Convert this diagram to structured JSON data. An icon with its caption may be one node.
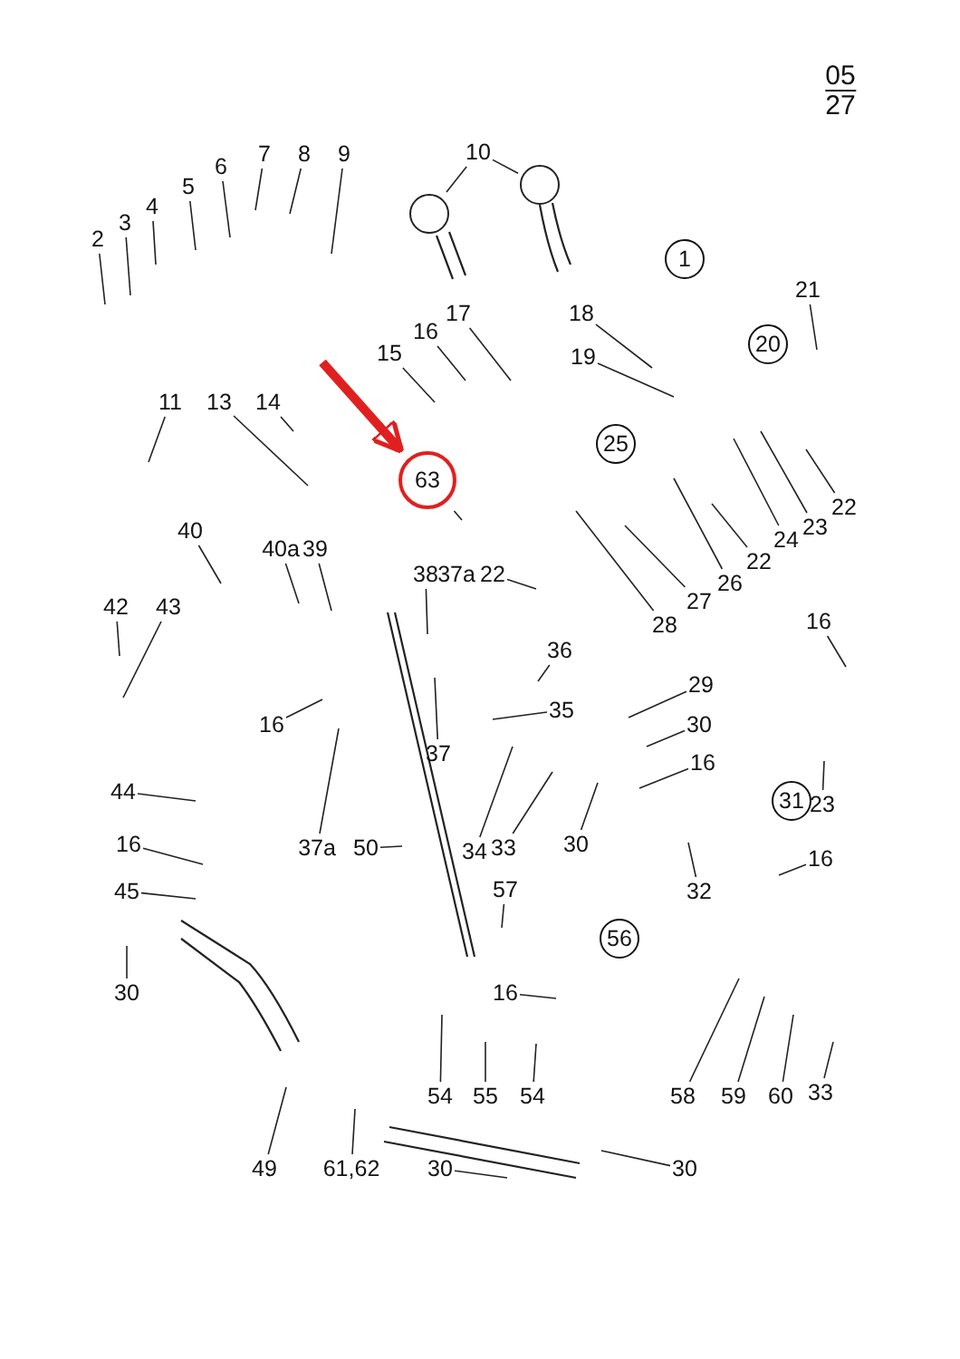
{
  "diagram": {
    "nodes": [
      {
        "text": [
          "2"
        ]
      },
      {
        "text": [
          "3"
        ]
      },
      {
        "text": [
          "4"
        ]
      },
      {
        "text": [
          "5"
        ]
      },
      {
        "text": [
          "6"
        ]
      },
      {
        "text": [
          "7"
        ]
      },
      {
        "text": [
          "8"
        ]
      },
      {
        "text": [
          "9"
        ]
      },
      {
        "text": [
          "10"
        ]
      },
      {
        "text": [
          "1"
        ]
      },
      {
        "text": [
          "11"
        ]
      },
      {
        "text": [
          "13"
        ]
      },
      {
        "text": [
          "14"
        ]
      },
      {
        "text": [
          "15"
        ]
      },
      {
        "text": [
          "16"
        ]
      },
      {
        "text": [
          "17"
        ]
      },
      {
        "text": [
          "18"
        ]
      },
      {
        "text": [
          "19"
        ]
      },
      {
        "text": [
          "20"
        ]
      },
      {
        "text": [
          "21"
        ]
      },
      {
        "text": [
          "25"
        ]
      },
      {
        "text": [
          "63"
        ]
      },
      {
        "text": [
          "22"
        ]
      },
      {
        "text": [
          "23"
        ]
      },
      {
        "text": [
          "24"
        ]
      },
      {
        "text": [
          "22"
        ]
      },
      {
        "text": [
          "26"
        ]
      },
      {
        "text": [
          "27"
        ]
      },
      {
        "text": [
          "28"
        ]
      },
      {
        "text": [
          "40"
        ]
      },
      {
        "text": [
          "40a"
        ]
      },
      {
        "text": [
          "39"
        ]
      },
      {
        "text": [
          "38"
        ]
      },
      {
        "text": [
          "22"
        ]
      },
      {
        "text": [
          "16"
        ]
      },
      {
        "text": [
          "42"
        ]
      },
      {
        "text": [
          "43"
        ]
      },
      {
        "text": [
          "36"
        ]
      },
      {
        "text": [
          "29"
        ]
      },
      {
        "text": [
          "35"
        ]
      },
      {
        "text": [
          "16"
        ]
      },
      {
        "text": [
          "37"
        ]
      },
      {
        "text": [
          "30"
        ]
      },
      {
        "text": [
          "16"
        ]
      },
      {
        "text": [
          "44"
        ]
      },
      {
        "text": [
          "31"
        ]
      },
      {
        "text": [
          "23"
        ]
      },
      {
        "text": [
          "37a"
        ]
      },
      {
        "text": [
          "50"
        ]
      },
      {
        "text": [
          "34"
        ]
      },
      {
        "text": [
          "33"
        ]
      },
      {
        "text": [
          "30"
        ]
      },
      {
        "text": [
          "16"
        ]
      },
      {
        "text": [
          "16"
        ]
      },
      {
        "text": [
          "45"
        ]
      },
      {
        "text": [
          "57"
        ]
      },
      {
        "text": [
          "32"
        ]
      },
      {
        "text": [
          "56"
        ]
      },
      {
        "text": [
          "30"
        ]
      },
      {
        "text": [
          "16"
        ]
      },
      {
        "text": [
          "54"
        ]
      },
      {
        "text": [
          "55"
        ]
      },
      {
        "text": [
          "54"
        ]
      },
      {
        "text": [
          "58"
        ]
      },
      {
        "text": [
          "59"
        ]
      },
      {
        "text": [
          "60"
        ]
      },
      {
        "text": [
          "33"
        ]
      },
      {
        "text": [
          "49"
        ]
      },
      {
        "text": [
          "61,62"
        ]
      },
      {
        "text": [
          "30"
        ]
      },
      {
        "text": [
          "30"
        ]
      },
      {
        "text": [],
        "shape": "circle"
      },
      {
        "text": [],
        "shape": "circle"
      }
    ],
    "edges": [
      {
        "from": 0,
        "to": null,
        "arrow": "none"
      },
      {
        "from": 1,
        "to": null,
        "arrow": "none"
      },
      {
        "from": 2,
        "to": null,
        "arrow": "none"
      },
      {
        "from": 3,
        "to": null,
        "arrow": "none"
      },
      {
        "from": 4,
        "to": null,
        "arrow": "none"
      },
      {
        "from": 5,
        "to": null,
        "arrow": "none"
      },
      {
        "from": 6,
        "to": null,
        "arrow": "none"
      },
      {
        "from": 7,
        "to": null,
        "arrow": "none"
      },
      {
        "from": 8,
        "to": 71,
        "arrow": "none"
      },
      {
        "from": 8,
        "to": 72,
        "arrow": "none"
      },
      {
        "from": 10,
        "to": null,
        "arrow": "none"
      },
      {
        "from": 11,
        "to": null,
        "arrow": "none"
      },
      {
        "from": 12,
        "to": null,
        "arrow": "none"
      },
      {
        "from": 13,
        "to": null,
        "arrow": "none"
      },
      {
        "from": 14,
        "to": null,
        "arrow": "none"
      },
      {
        "from": 15,
        "to": null,
        "arrow": "none"
      },
      {
        "from": 16,
        "to": null,
        "arrow": "none"
      },
      {
        "from": 17,
        "to": null,
        "arrow": "none"
      },
      {
        "from": 19,
        "to": null,
        "arrow": "none"
      },
      {
        "from": 21,
        "to": null,
        "arrow": "none"
      },
      {
        "from": null,
        "to": 21,
        "arrow": "to",
        "style": "thick",
        "color": "#e02020"
      },
      {
        "from": 22,
        "to": null,
        "arrow": "none"
      },
      {
        "from": 23,
        "to": null,
        "arrow": "none"
      },
      {
        "from": 24,
        "to": null,
        "arrow": "none"
      },
      {
        "from": 25,
        "to": null,
        "arrow": "none"
      },
      {
        "from": 26,
        "to": null,
        "arrow": "none"
      },
      {
        "from": 27,
        "to": null,
        "arrow": "none"
      },
      {
        "from": 28,
        "to": null,
        "arrow": "none"
      },
      {
        "from": 29,
        "to": null,
        "arrow": "none"
      },
      {
        "from": 30,
        "to": null,
        "arrow": "none"
      },
      {
        "from": 31,
        "to": null,
        "arrow": "none"
      },
      {
        "from": 32,
        "to": null,
        "arrow": "none"
      },
      {
        "from": 33,
        "to": null,
        "arrow": "none"
      },
      {
        "from": 34,
        "to": null,
        "arrow": "none"
      },
      {
        "from": 35,
        "to": null,
        "arrow": "none"
      },
      {
        "from": 36,
        "to": null,
        "arrow": "none"
      },
      {
        "from": 37,
        "to": null,
        "arrow": "none"
      },
      {
        "from": 38,
        "to": null,
        "arrow": "none"
      },
      {
        "from": 39,
        "to": null,
        "arrow": "none"
      },
      {
        "from": 40,
        "to": null,
        "arrow": "none"
      },
      {
        "from": 41,
        "to": null,
        "arrow": "none"
      },
      {
        "from": 42,
        "to": null,
        "arrow": "none"
      },
      {
        "from": 43,
        "to": null,
        "arrow": "none"
      },
      {
        "from": 44,
        "to": null,
        "arrow": "none"
      },
      {
        "from": 46,
        "to": null,
        "arrow": "none"
      },
      {
        "from": 47,
        "to": null,
        "arrow": "none"
      },
      {
        "from": 48,
        "to": null,
        "arrow": "none"
      },
      {
        "from": 49,
        "to": null,
        "arrow": "none"
      },
      {
        "from": 50,
        "to": null,
        "arrow": "none"
      },
      {
        "from": 51,
        "to": null,
        "arrow": "none"
      },
      {
        "from": 52,
        "to": null,
        "arrow": "none"
      },
      {
        "from": 53,
        "to": null,
        "arrow": "none"
      },
      {
        "from": 54,
        "to": null,
        "arrow": "none"
      },
      {
        "from": 55,
        "to": null,
        "arrow": "none"
      },
      {
        "from": 56,
        "to": null,
        "arrow": "none"
      },
      {
        "from": 58,
        "to": null,
        "arrow": "none"
      },
      {
        "from": 59,
        "to": null,
        "arrow": "none"
      },
      {
        "from": 60,
        "to": null,
        "arrow": "none"
      },
      {
        "from": 61,
        "to": null,
        "arrow": "none"
      },
      {
        "from": 62,
        "to": null,
        "arrow": "none"
      },
      {
        "from": 63,
        "to": null,
        "arrow": "none"
      },
      {
        "from": 64,
        "to": null,
        "arrow": "none"
      },
      {
        "from": 65,
        "to": null,
        "arrow": "none"
      },
      {
        "from": 66,
        "to": null,
        "arrow": "none"
      },
      {
        "from": 67,
        "to": null,
        "arrow": "none"
      },
      {
        "from": 68,
        "to": null,
        "arrow": "none"
      },
      {
        "from": 69,
        "to": null,
        "arrow": "none"
      },
      {
        "from": 70,
        "to": null,
        "arrow": "none"
      }
    ],
    "labels": [
      "05",
      "27",
      "37a"
    ]
  }
}
